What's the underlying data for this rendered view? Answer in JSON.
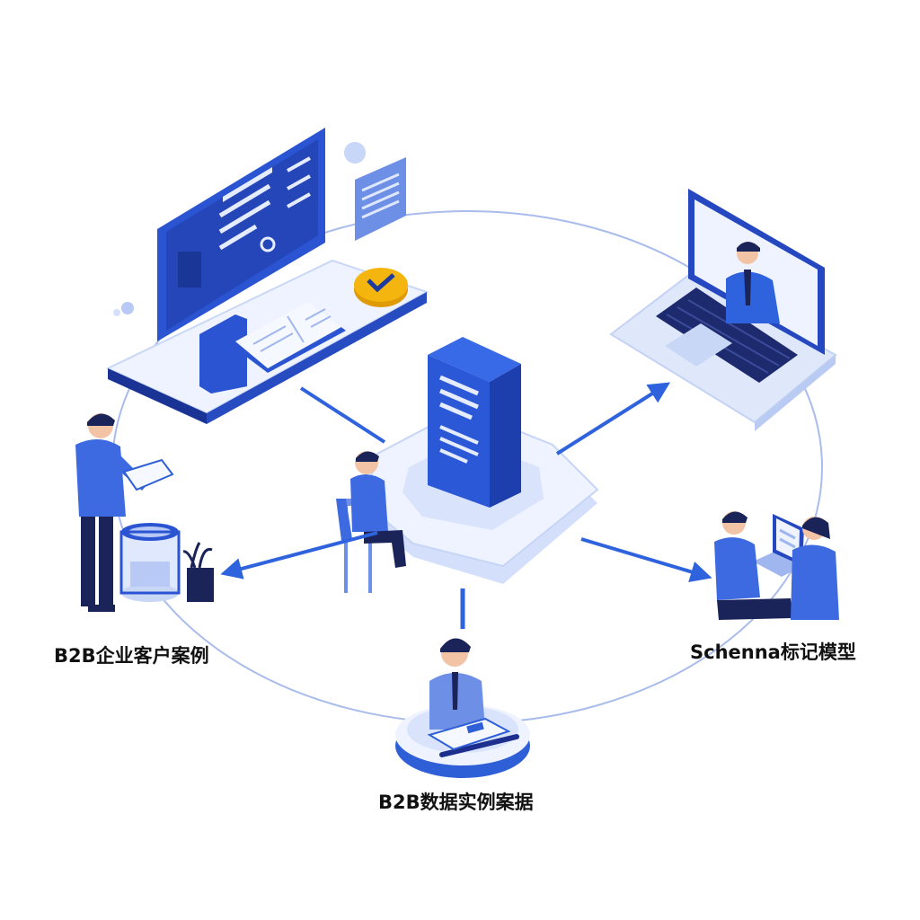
{
  "labels": {
    "left": "B2B企业客户案例",
    "right": "Schenna标记模型",
    "bottom": "B2B数据实例案据"
  },
  "colors": {
    "primary": "#2f5fd6",
    "dark": "#1c2f8f",
    "light": "#e9effc",
    "mid": "#9fb6ee",
    "accent": "#f5b50f"
  },
  "icons": {
    "badge": "chevron-arrow-icon"
  }
}
